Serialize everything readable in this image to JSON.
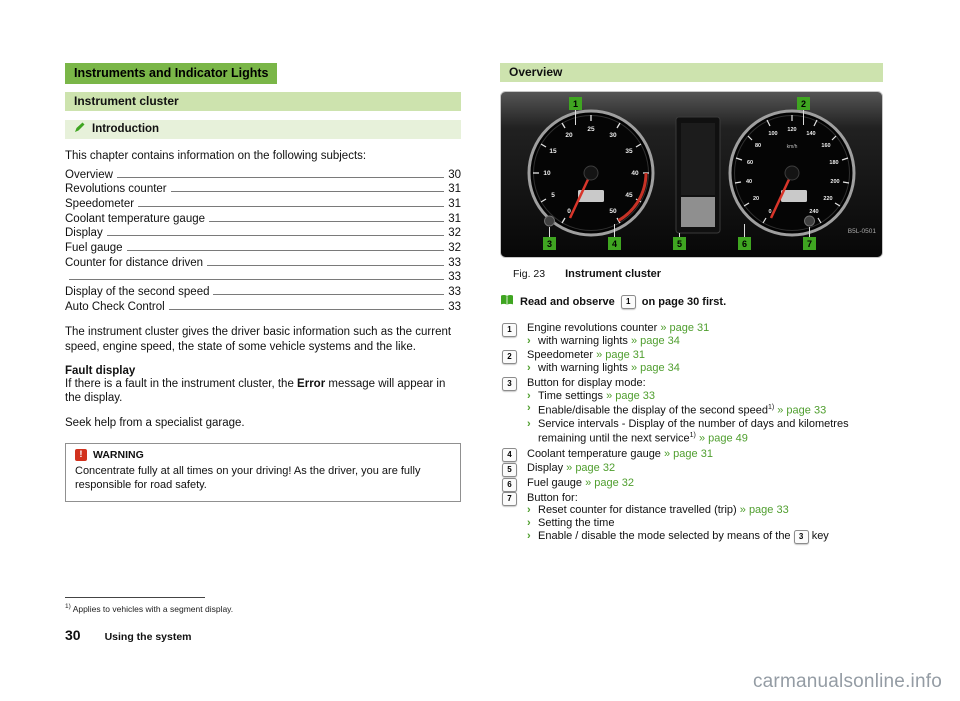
{
  "colors": {
    "heading_green": "#7ab648",
    "subheading_green": "#cde3ae",
    "intro_green": "#e7f1da",
    "link_green": "#4f9e2e",
    "callout_green": "#3fa521",
    "warning_red": "#d2321e"
  },
  "icons": {
    "chevron": "›"
  },
  "left": {
    "h1": "Instruments and Indicator Lights",
    "h2": "Instrument cluster",
    "h3": "Introduction",
    "intro": "This chapter contains information on the following subjects:",
    "toc": [
      {
        "label": "Overview",
        "page": "30"
      },
      {
        "label": "Revolutions counter",
        "page": "31"
      },
      {
        "label": "Speedometer",
        "page": "31"
      },
      {
        "label": "Coolant temperature gauge",
        "page": "31"
      },
      {
        "label": "Display",
        "page": "32"
      },
      {
        "label": "Fuel gauge",
        "page": "32"
      },
      {
        "label": "Counter for distance driven",
        "page": "33"
      },
      {
        "label": "",
        "page": "33"
      },
      {
        "label": "Display of the second speed",
        "page": "33"
      },
      {
        "label": "Auto Check Control",
        "page": "33"
      }
    ],
    "para1": "The instrument cluster gives the driver basic information such as the current speed, engine speed, the state of some vehicle systems and the like.",
    "fault_title": "Fault display",
    "fault_pre": "If there is a fault in the instrument cluster, the",
    "fault_bold": "Error",
    "fault_post": "message will appear in the display.",
    "seek": "Seek help from a specialist garage.",
    "warning": {
      "title": "WARNING",
      "text": "Concentrate fully at all times on your driving! As the driver, you are fully responsible for road safety."
    },
    "footnote": {
      "marker": "1)",
      "text": "Applies to vehicles with a segment display."
    },
    "footer": {
      "page": "30",
      "label": "Using the system"
    }
  },
  "right": {
    "h2": "Overview",
    "figure": {
      "code": "B5L-0501",
      "speed_unit": "km/h",
      "tach_labels": [
        "0",
        "5",
        "10",
        "15",
        "20",
        "25",
        "30",
        "35",
        "40",
        "45",
        "50"
      ],
      "speedo_labels": [
        "0",
        "20",
        "40",
        "60",
        "80",
        "100",
        "120",
        "140",
        "160",
        "180",
        "200",
        "220",
        "240"
      ],
      "callouts": [
        "1",
        "2",
        "3",
        "4",
        "5",
        "6",
        "7"
      ]
    },
    "fig": {
      "num": "Fig. 23",
      "caption": "Instrument cluster"
    },
    "note": {
      "pre": "Read and observe",
      "key": "1",
      "post": "on page 30 first."
    },
    "items": [
      {
        "num": "1",
        "text": "Engine revolutions counter",
        "link": "» page 31",
        "subs": [
          {
            "text": "with warning lights",
            "link": "» page 34"
          }
        ]
      },
      {
        "num": "2",
        "text": "Speedometer",
        "link": "» page 31",
        "subs": [
          {
            "text": "with warning lights",
            "link": "» page 34"
          }
        ]
      },
      {
        "num": "3",
        "text": "Button for display mode:",
        "subs": [
          {
            "text": "Time settings",
            "link": "» page 33"
          },
          {
            "text": "Enable/disable the display of the second speed",
            "sup": "1)",
            "link": "» page 33"
          },
          {
            "text": "Service intervals - Display of the number of days and kilometres remaining until the next service",
            "sup": "1)",
            "link": "» page 49"
          }
        ]
      },
      {
        "num": "4",
        "text": "Coolant temperature gauge",
        "link": "» page 31"
      },
      {
        "num": "5",
        "text": "Display",
        "link": "» page 32"
      },
      {
        "num": "6",
        "text": "Fuel gauge",
        "link": "» page 32"
      },
      {
        "num": "7",
        "text": "Button for:",
        "subs": [
          {
            "text": "Reset counter for distance travelled (trip)",
            "link": "» page 33"
          },
          {
            "text": "Setting the time"
          },
          {
            "text_pre": "Enable / disable the mode selected by means of the",
            "key": "3",
            "text_post": "key"
          }
        ]
      }
    ]
  },
  "watermark": "carmanualsonline.info"
}
